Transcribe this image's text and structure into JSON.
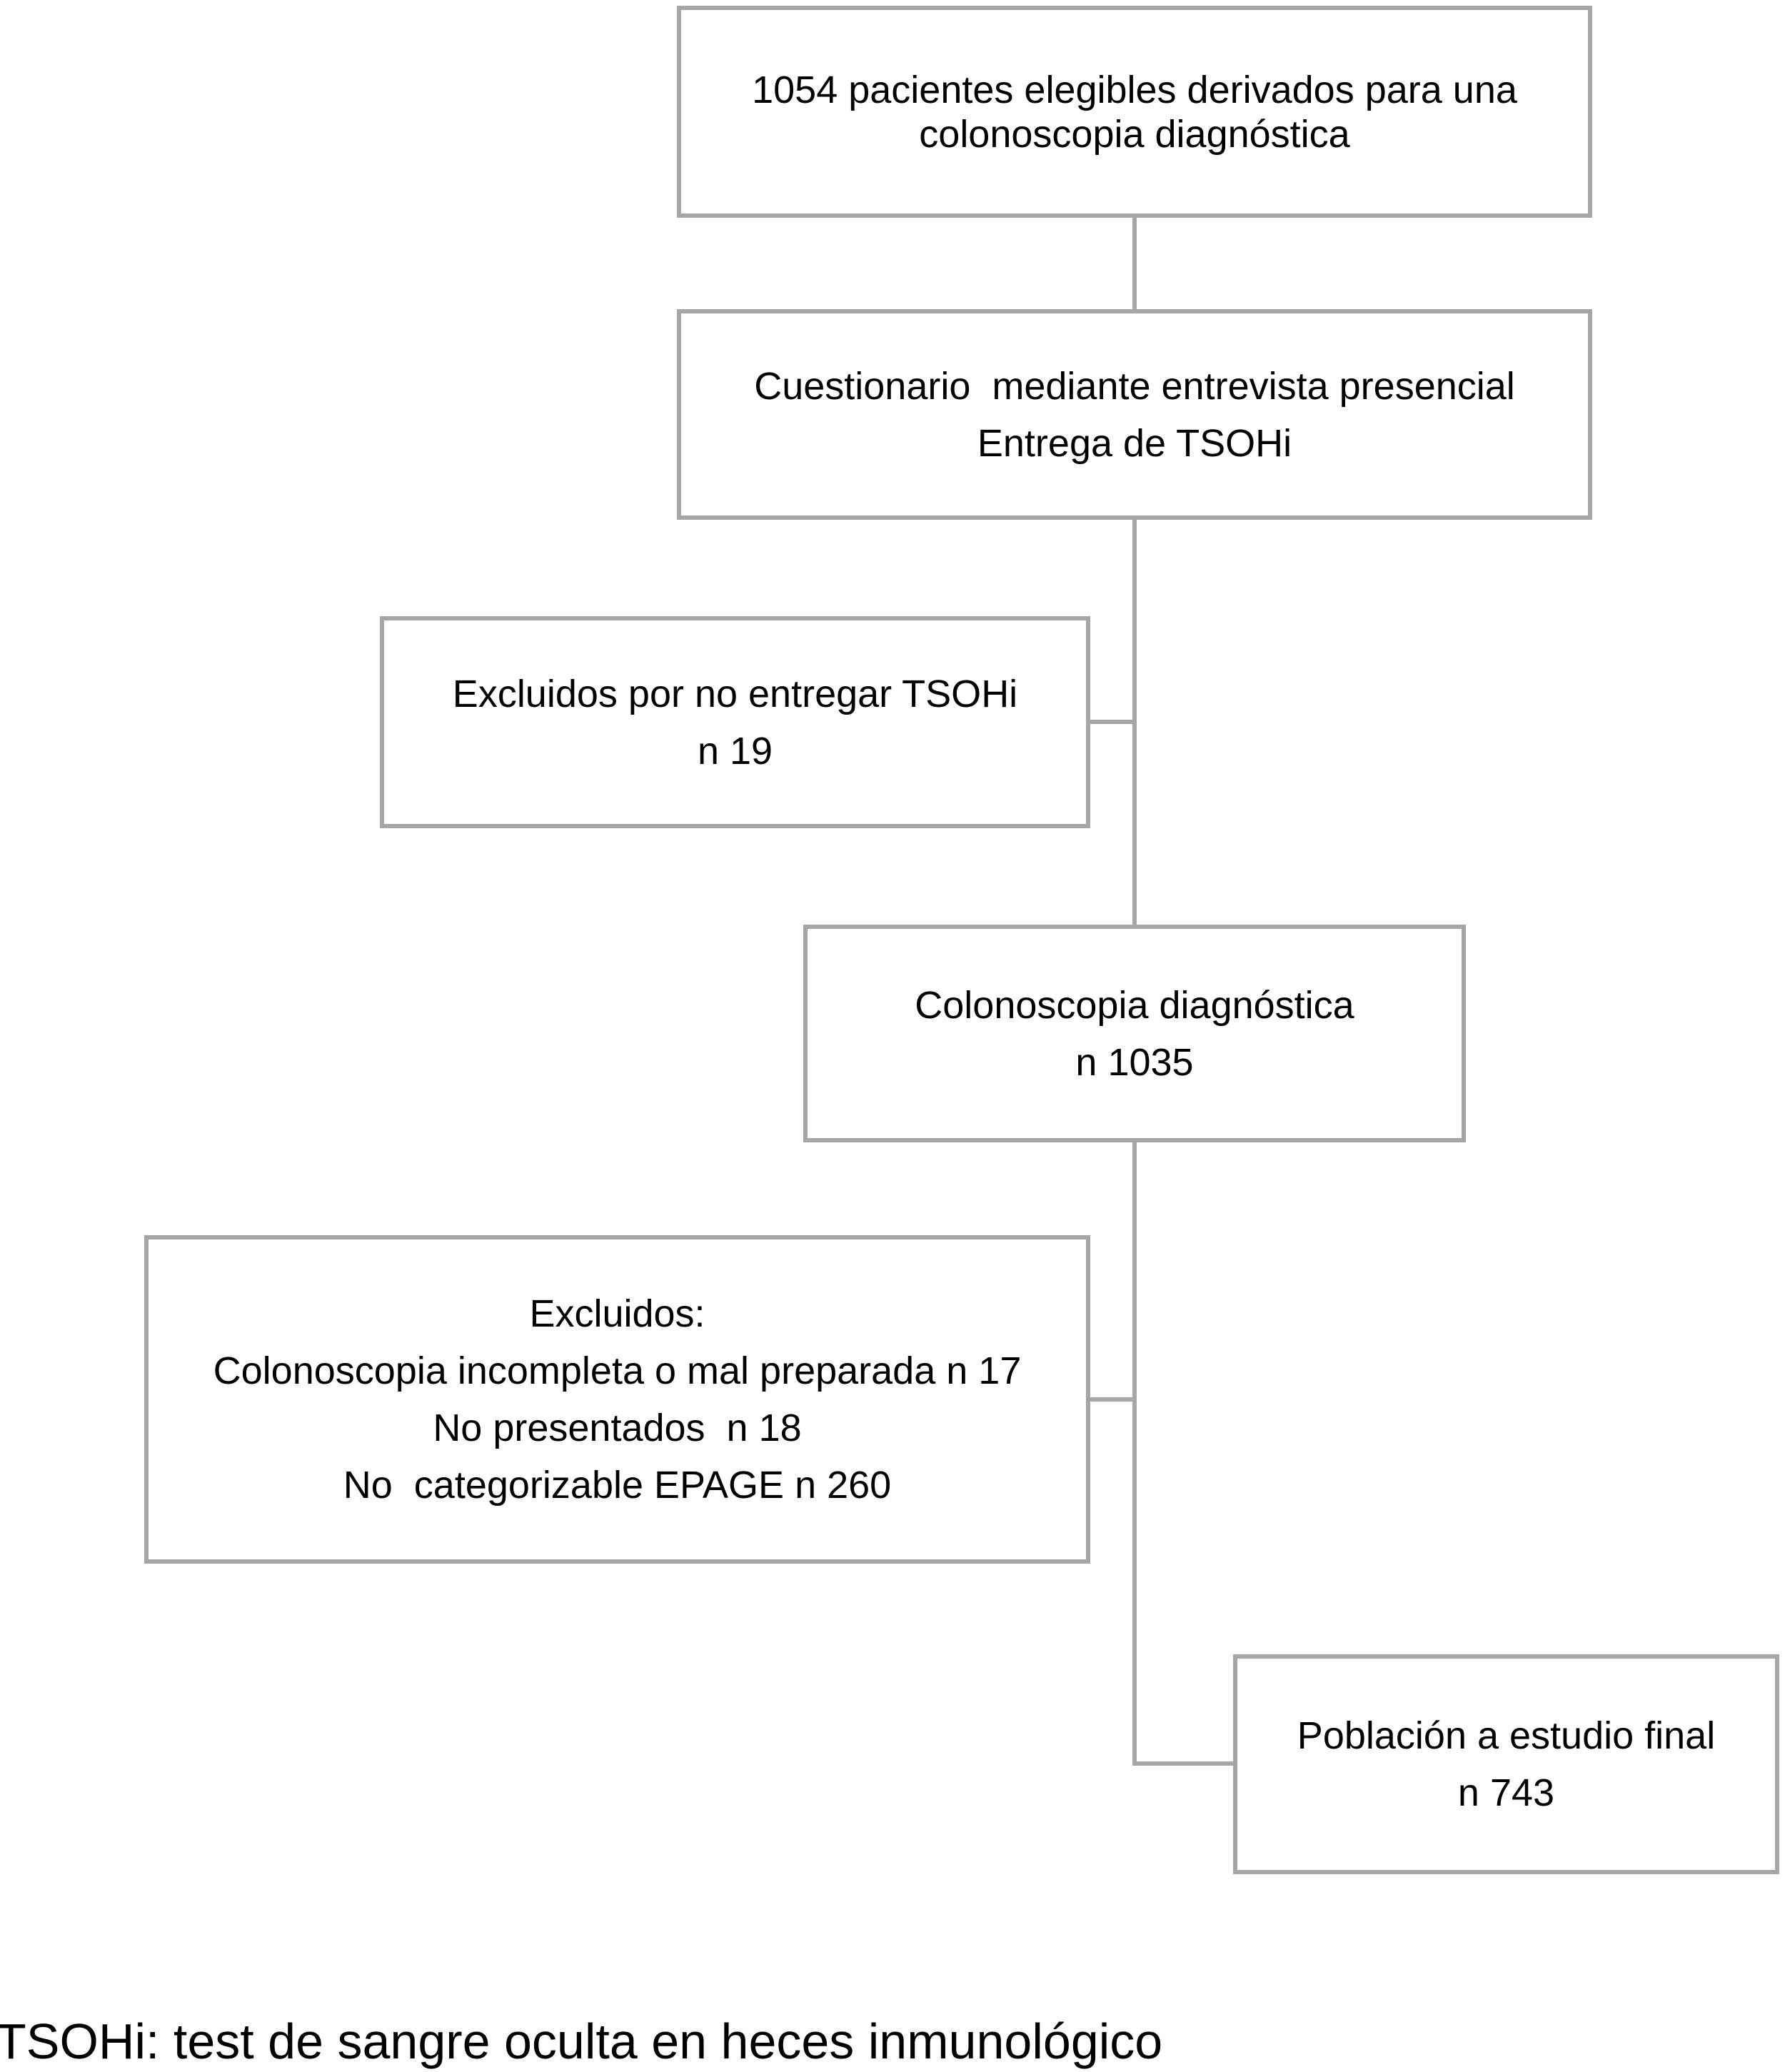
{
  "diagram": {
    "colors": {
      "border": "#a6a6a6",
      "text": "#000000",
      "background": "#ffffff"
    },
    "boxes": {
      "eligible": {
        "lines": [
          "1054 pacientes elegibles derivados para una",
          "colonoscopia diagnóstica"
        ]
      },
      "questionnaire": {
        "lines": [
          "Cuestionario  mediante entrevista presencial",
          "Entrega de TSOHi"
        ]
      },
      "excluded_tsohi": {
        "lines": [
          "Excluidos por no entregar TSOHi",
          "n 19"
        ]
      },
      "colonoscopy": {
        "lines": [
          "Colonoscopia diagnóstica",
          "n 1035"
        ]
      },
      "excluded_other": {
        "lines": [
          "Excluidos:",
          "Colonoscopia incompleta o mal preparada n 17",
          "No presentados  n 18",
          "No  categorizable EPAGE n 260"
        ]
      },
      "final_population": {
        "lines": [
          "Población a estudio final",
          "n 743"
        ]
      }
    },
    "footnote": "TSOHi: test de sangre oculta en heces inmunológico"
  }
}
